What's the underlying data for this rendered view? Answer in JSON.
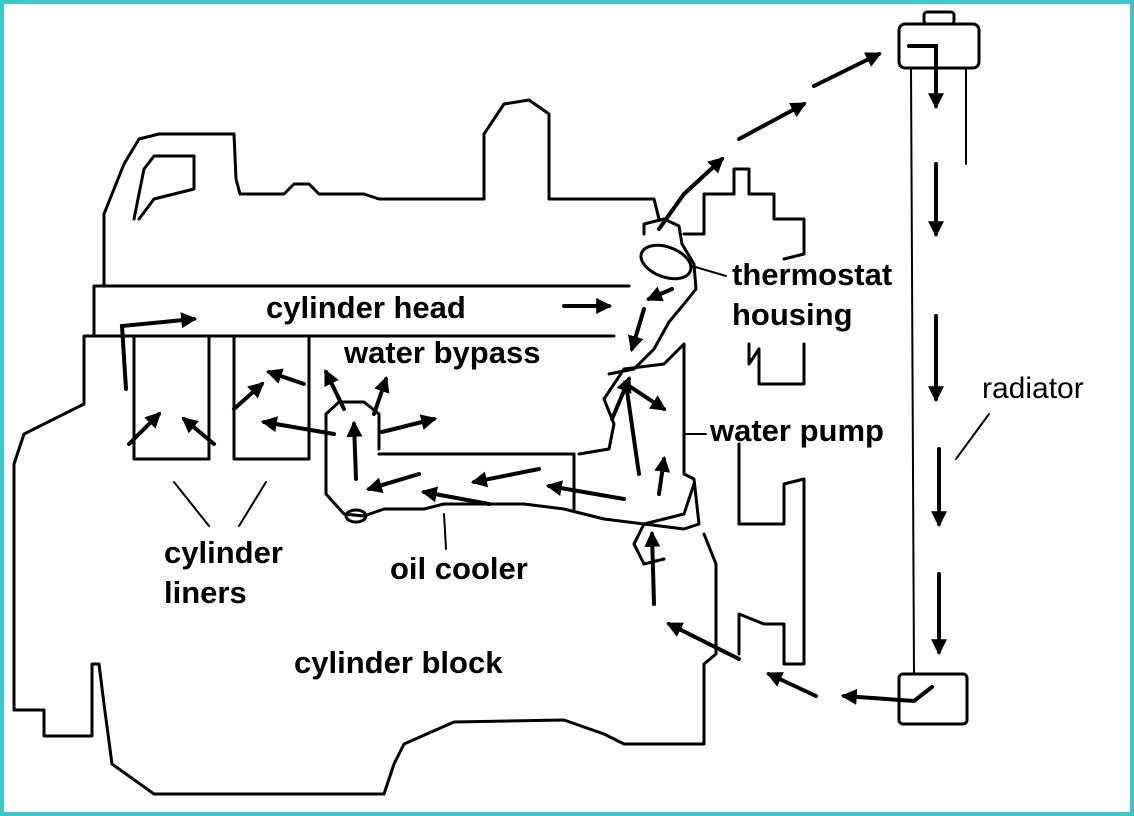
{
  "diagram": {
    "title": "Engine cooling system coolant flow",
    "labels": {
      "cylinder_head": "cylinder head",
      "water_bypass": "water bypass",
      "thermostat_housing_line1": "thermostat",
      "thermostat_housing_line2": "housing",
      "radiator": "radiator",
      "water_pump": "water pump",
      "cylinder_liners_line1": "cylinder",
      "cylinder_liners_line2": "liners",
      "oil_cooler": "oil cooler",
      "cylinder_block": "cylinder block"
    },
    "colors": {
      "frame": "#3cc8c8",
      "line": "#000000",
      "background": "#ffffff"
    }
  }
}
